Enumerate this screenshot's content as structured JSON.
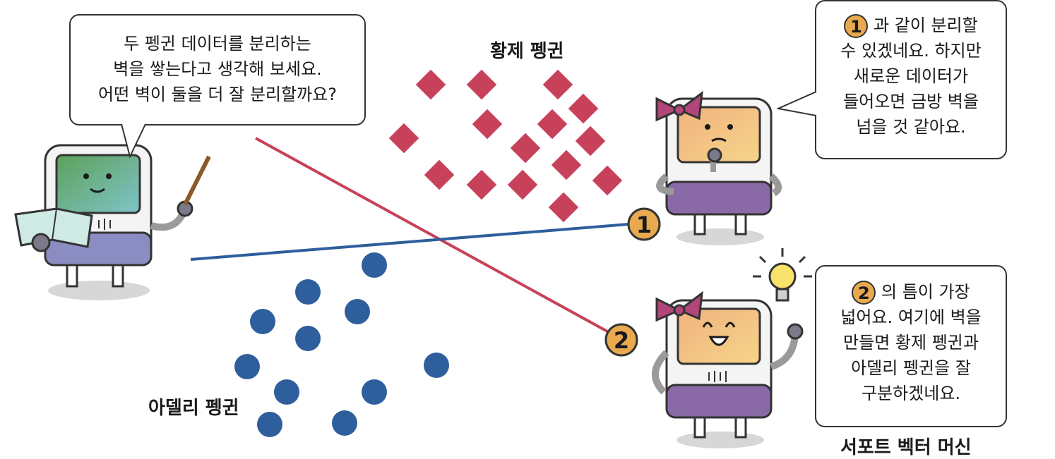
{
  "teacher_bubble": {
    "lines": [
      "두 펭귄 데이터를 분리하는",
      "벽을 쌓는다고 생각해 보세요.",
      "어떤 벽이 둘을 더 잘 분리할까요?"
    ]
  },
  "emperor_label": "황제 펭귄",
  "adelie_label": "아델리 펭귄",
  "bubble_one": {
    "badge": "1",
    "lines": [
      "과 같이 분리할",
      "수 있겠네요. 하지만",
      "새로운 데이터가",
      "들어오면 금방 벽을",
      "넘을 것 같아요."
    ]
  },
  "bubble_two": {
    "badge": "2",
    "lines": [
      "의 틈이 가장",
      "넓어요. 여기에 벽을",
      "만들면 황제 펭귄과",
      "아델리 펭귄을 잘",
      "구분하겠네요."
    ]
  },
  "line_markers": [
    "1",
    "2"
  ],
  "caption": "서포트 벡터 머신",
  "colors": {
    "emperor": "#c8415a",
    "adelie": "#2e5f9c",
    "line_one": "#2e5f9c",
    "line_two": "#c8415a",
    "marker": "#e8a94f"
  }
}
